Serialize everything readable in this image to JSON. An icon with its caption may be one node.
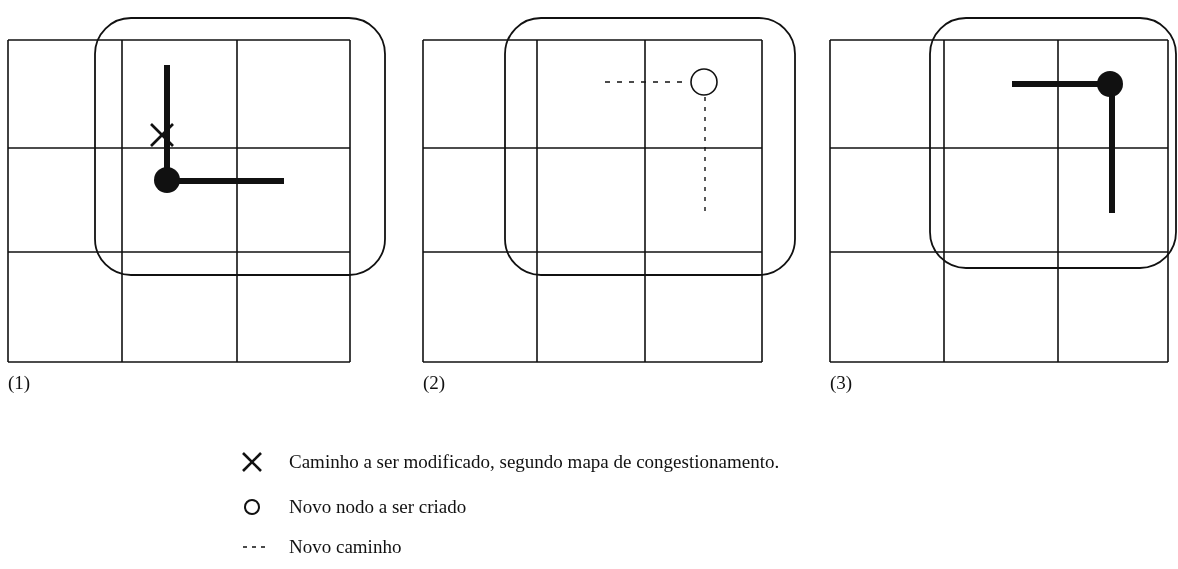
{
  "diagram": {
    "labels": [
      "(1)",
      "(2)",
      "(3)"
    ],
    "legend": [
      {
        "text": "Caminho a ser modificado, segundo mapa de congestionamento."
      },
      {
        "text": "Novo nodo a ser criado"
      },
      {
        "text": "Novo caminho"
      }
    ]
  }
}
